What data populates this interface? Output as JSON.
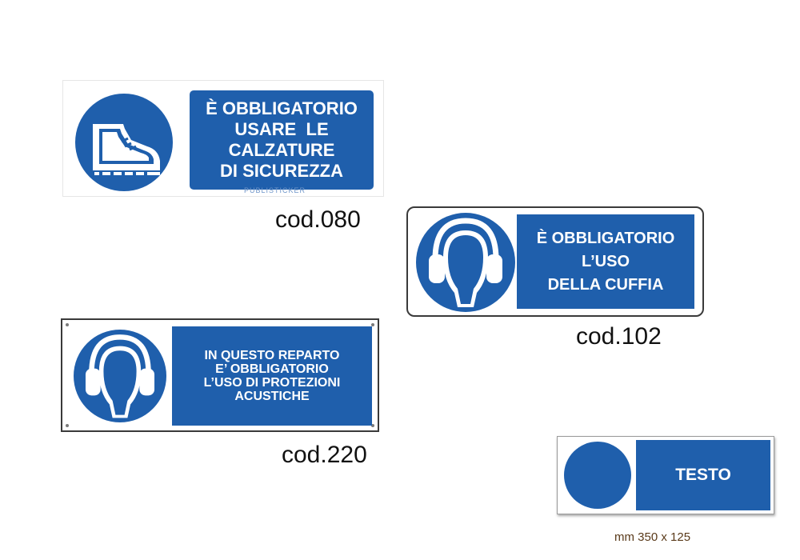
{
  "colors": {
    "sign_blue": "#1f5fac",
    "code_text": "#111111",
    "dimension_text": "#5a3a1a"
  },
  "signs": [
    {
      "icon": "safety-boot-icon",
      "lines": [
        "È OBBLIGATORIO",
        "USARE  LE",
        "CALZATURE",
        "DI SICUREZZA"
      ],
      "watermark": "PUBLISTICKER",
      "code": "cod.080"
    },
    {
      "icon": "ear-protection-icon",
      "lines": [
        "È OBBLIGATORIO",
        "L’USO",
        "DELLA CUFFIA"
      ],
      "code": "cod.102"
    },
    {
      "icon": "ear-protection-icon",
      "lines": [
        "IN QUESTO REPARTO",
        "E’ OBBLIGATORIO",
        "L’USO DI PROTEZIONI",
        "ACUSTICHE"
      ],
      "code": "cod.220"
    },
    {
      "icon": "blank-circle-icon",
      "lines": [
        "TESTO"
      ],
      "dimension": "mm 350 x 125"
    }
  ]
}
